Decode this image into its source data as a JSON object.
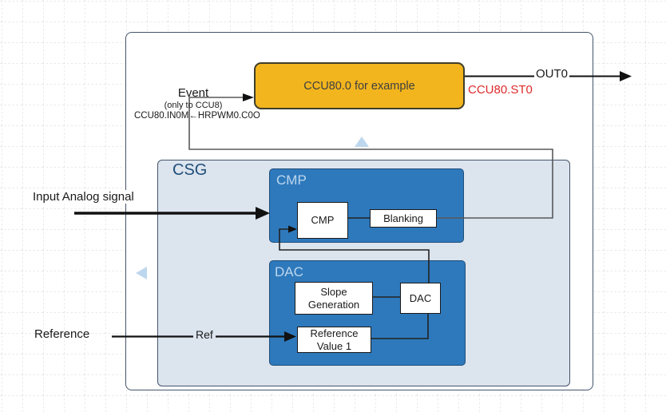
{
  "diagram": {
    "ccu_box": {
      "label": "CCU80.0 for example"
    },
    "out0_label": "OUT0",
    "st0_label": "CCU80.ST0",
    "event": {
      "title": "Event",
      "sub1": "(only to CCU8)",
      "sub2": "CCU80.IN0M←HRPWM0.C0O"
    },
    "csg": {
      "label": "CSG"
    },
    "cmp_group": {
      "label": "CMP",
      "cmp_box": "CMP",
      "blanking_box": "Blanking"
    },
    "dac_group": {
      "label": "DAC",
      "slope_line1": "Slope",
      "slope_line2": "Generation",
      "dac_box": "DAC",
      "refval_line1": "Reference",
      "refval_line2": "Value 1"
    },
    "inputs": {
      "analog": "Input Analog signal",
      "reference": "Reference",
      "ref_pin": "Ref"
    },
    "colors": {
      "yellow_fill": "#F2B51E",
      "dark_blue_fill": "#2E79BC",
      "dark_blue_border": "#1F4E79",
      "light_blue_fill": "#DCE4EE",
      "group_label_blue": "#BDD7EE",
      "container_border": "#44546A",
      "red_text": "#E02A2A",
      "connector_gray": "#595959",
      "grid_gray": "#D6D6D6"
    }
  }
}
